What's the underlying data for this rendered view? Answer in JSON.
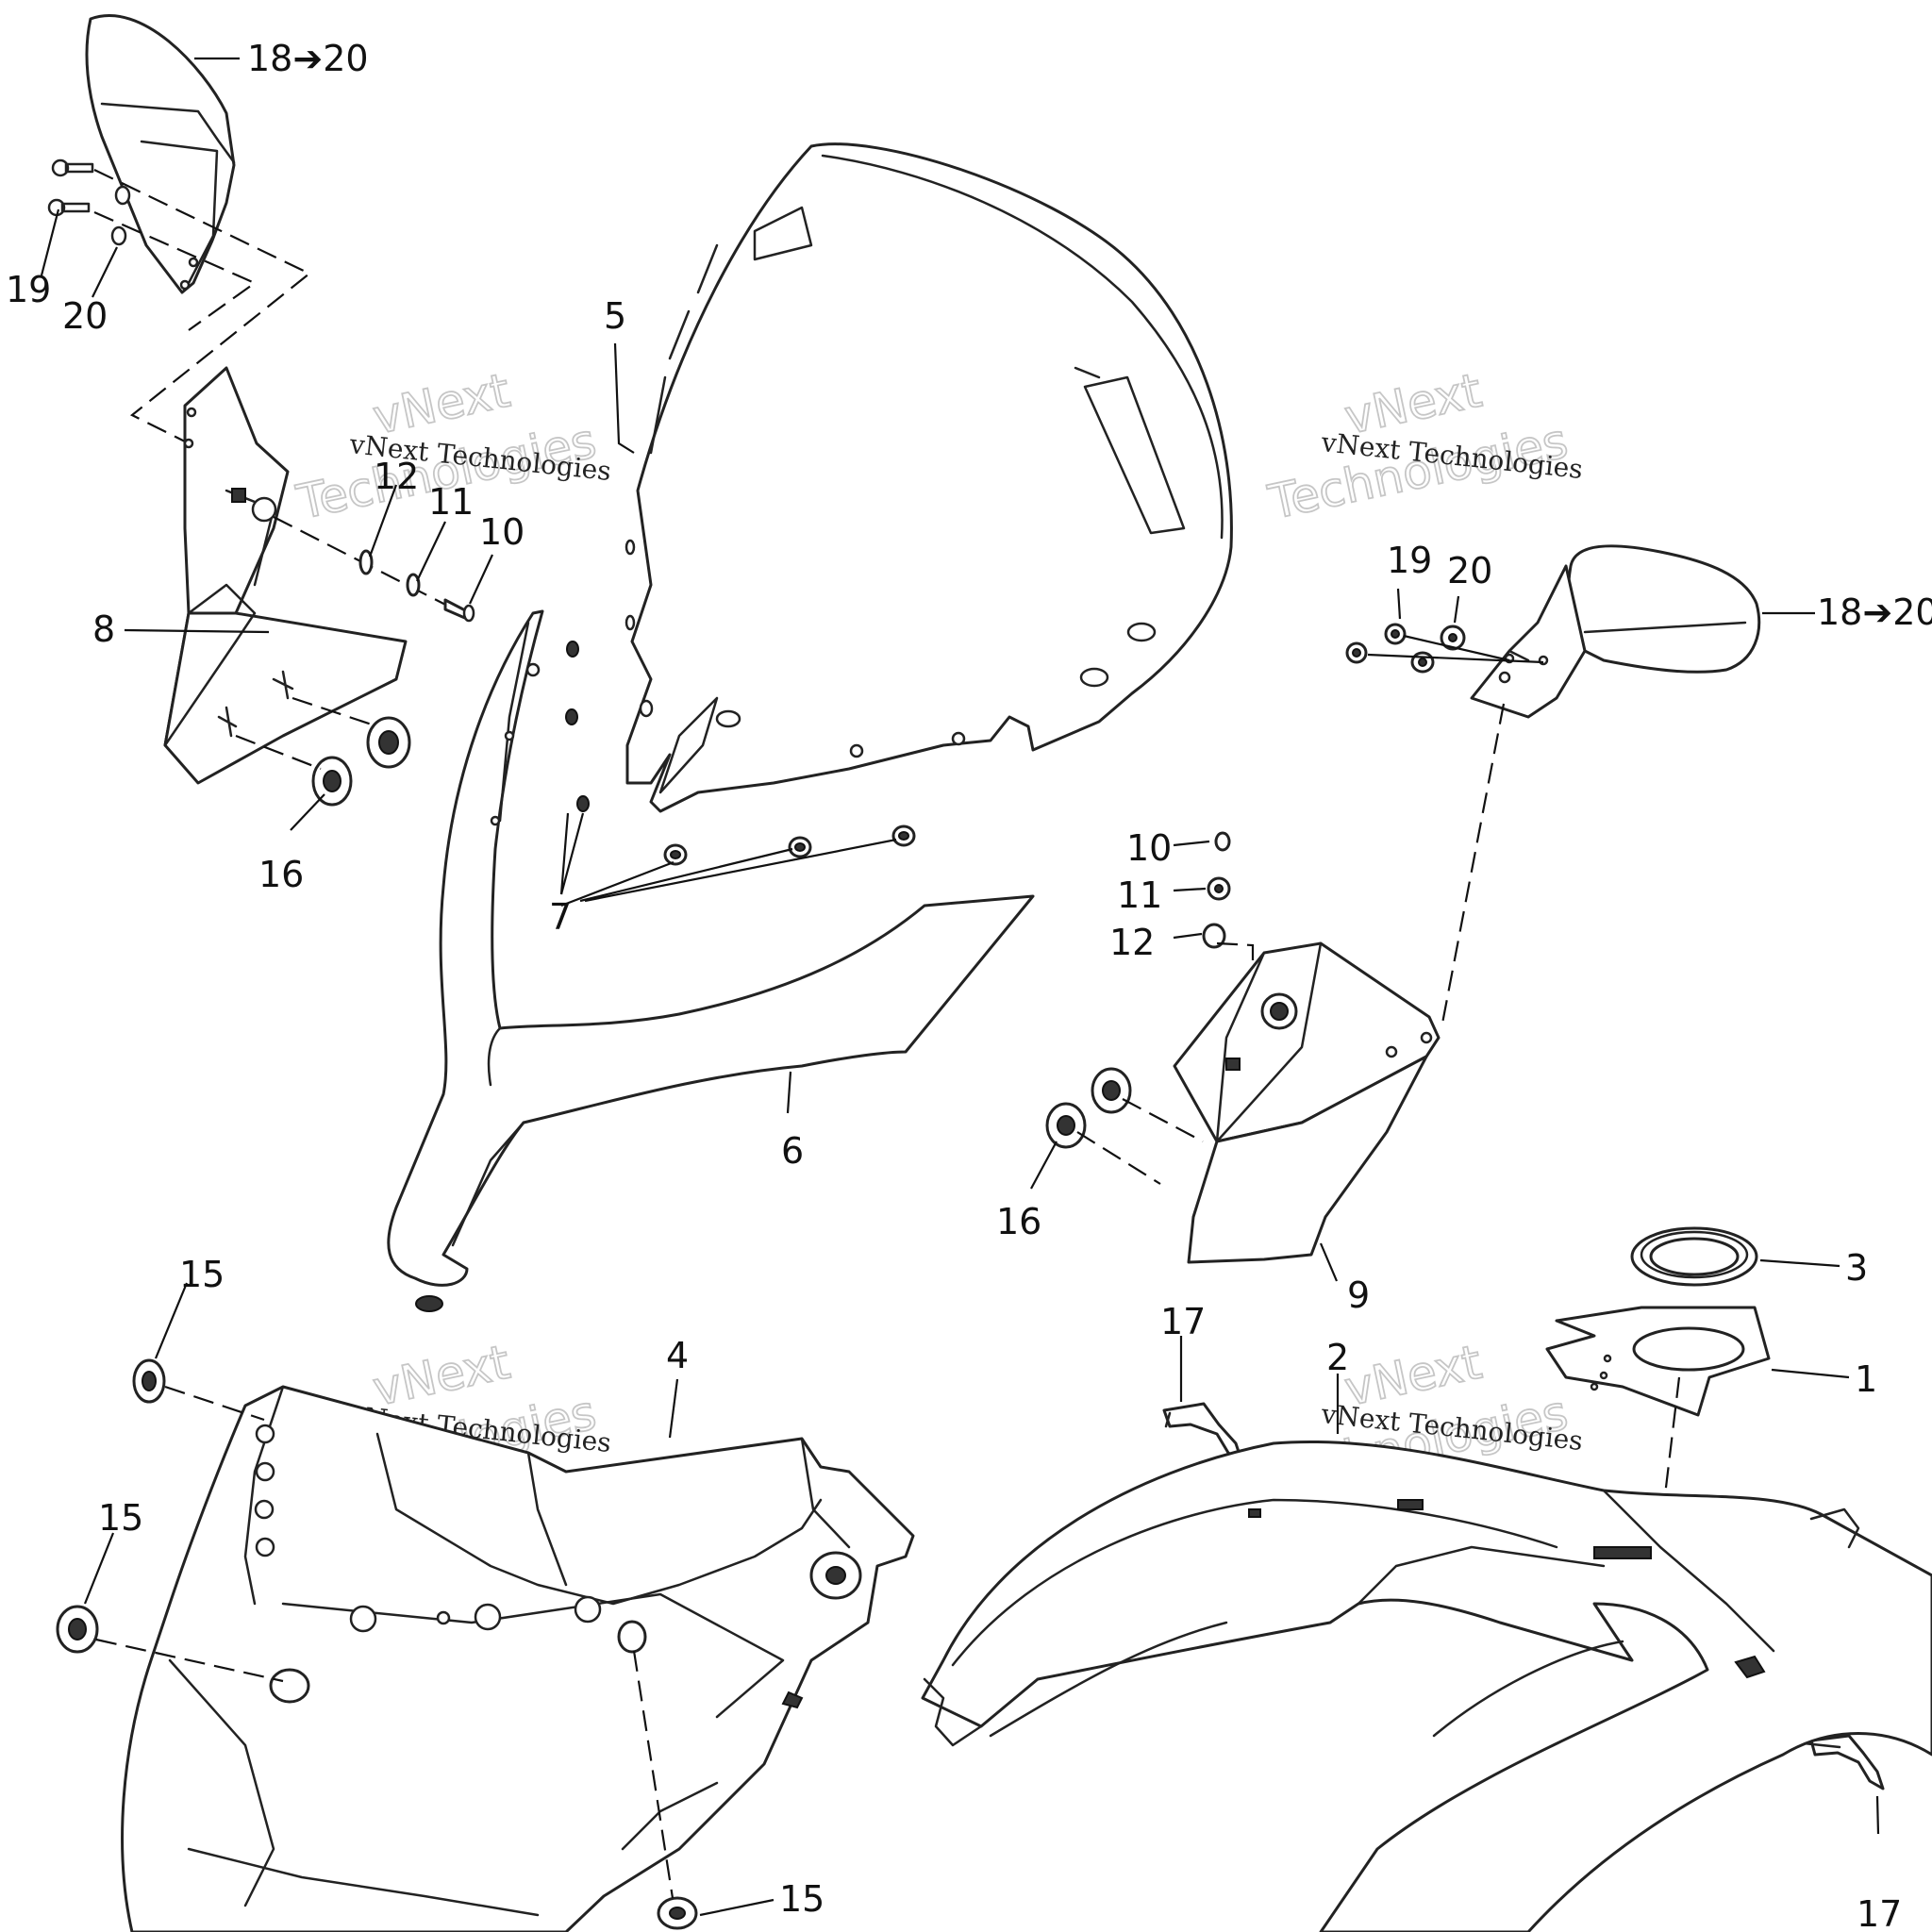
{
  "callouts": {
    "c_18_20_top": "18➔20",
    "c_19_top": "19",
    "c_20_top": "20",
    "c_5": "5",
    "c_12_left": "12",
    "c_11_left": "11",
    "c_10_left": "10",
    "c_8": "8",
    "c_16_left": "16",
    "c_7": "7",
    "c_6": "6",
    "c_19_right": "19",
    "c_20_right": "20",
    "c_18_20_right": "18➔20",
    "c_10_right": "10",
    "c_11_right": "11",
    "c_12_right": "12",
    "c_16_right": "16",
    "c_9": "9",
    "c_3": "3",
    "c_1": "1",
    "c_17_top": "17",
    "c_2": "2",
    "c_15_a": "15",
    "c_15_b": "15",
    "c_4": "4",
    "c_15_c": "15",
    "c_17_bottom": "17"
  },
  "watermark": {
    "line_small": "vNext Technologies",
    "line_large_1": "vNext",
    "line_large_2": "Technologies"
  }
}
